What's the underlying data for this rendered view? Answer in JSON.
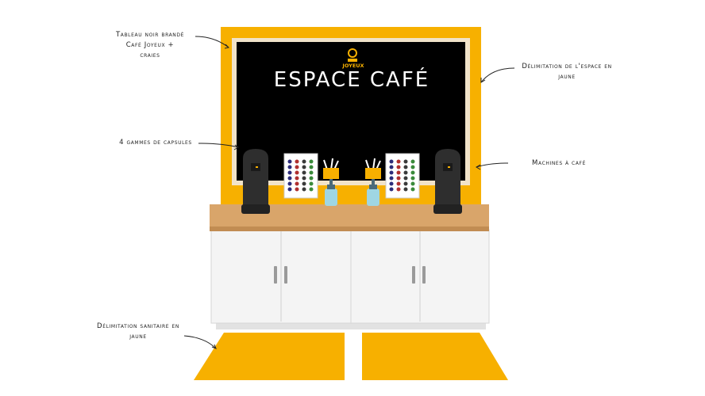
{
  "annotations": {
    "board": [
      "Tableau noir brandé",
      "Café Joyeux +",
      "craies"
    ],
    "capsules": [
      "4 gammes de capsules"
    ],
    "space": [
      "Délimitation de l'espace en",
      "jaune"
    ],
    "machines": [
      "Machines à café"
    ],
    "sanitary": [
      "Délimitation sanitaire en",
      "jaune"
    ]
  },
  "board": {
    "title": "ESPACE CAFÉ",
    "brand": "JOYEUX"
  },
  "colors": {
    "yellow": "#f7b000",
    "board": "#000000",
    "frame": "#f1e3c9",
    "wood": "#d9a56a",
    "cabinet": "#f4f4f4",
    "machine": "#2e2e2e"
  },
  "icons": [
    "arrow-icon",
    "coffee-machine-icon",
    "capsule-rack-icon",
    "hand-sanitizer-icon",
    "cup-holder-icon",
    "brand-logo-icon"
  ]
}
